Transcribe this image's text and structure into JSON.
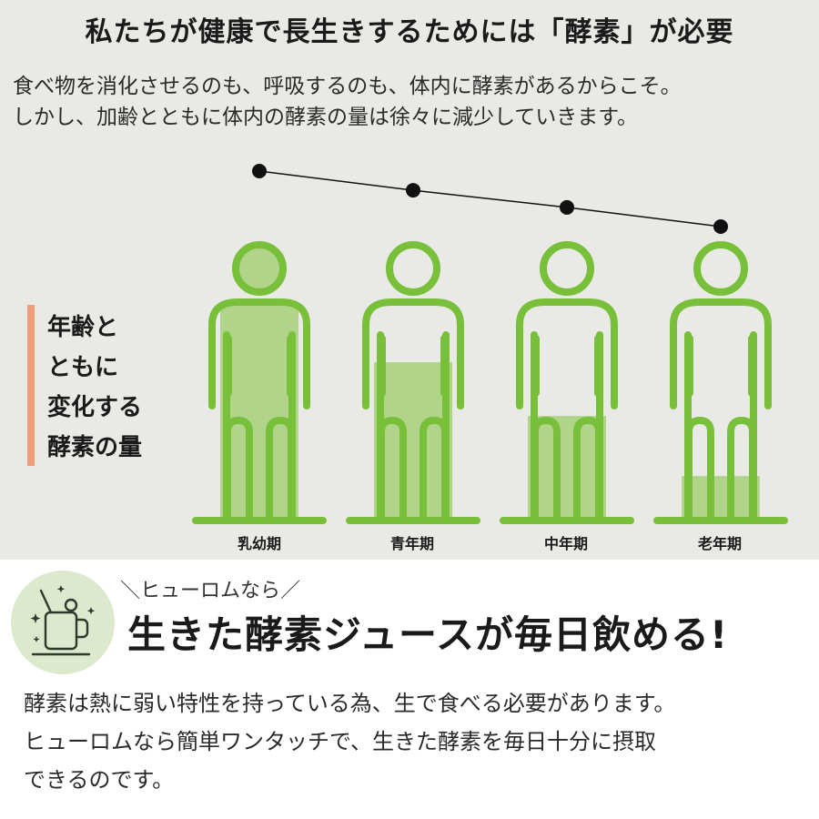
{
  "title": "私たちが健康で長生きするためには「酵素」が必要",
  "intro": {
    "line1": "食べ物を消化させるのも、呼吸するのも、体内に酵素があるからこそ。",
    "line2": "しかし、加齢とともに体内の酵素の量は徐々に減少していきます。"
  },
  "side_label": {
    "line1": "年齢と",
    "line2": "ともに",
    "line3": "変化する",
    "line4": "酵素の量"
  },
  "stages": [
    {
      "label": "乳幼期",
      "enzyme_level": 1.0
    },
    {
      "label": "青年期",
      "enzyme_level": 0.72
    },
    {
      "label": "中年期",
      "enzyme_level": 0.47
    },
    {
      "label": "老年期",
      "enzyme_level": 0.19
    }
  ],
  "colors": {
    "green": "#78bf3a",
    "fill": "#b0d58a",
    "bar": "#ef9e7a",
    "bg": "#e9eae5"
  },
  "callout": "＼ヒューロムなら／",
  "headline": "生きた酵素ジュースが毎日飲める!",
  "body": {
    "line1": "酵素は熱に弱い特性を持っている為、生で食べる必要があります。",
    "line2": "ヒューロムなら簡単ワンタッチで、生きた酵素を毎日十分に摂取",
    "line3": "できるのです。"
  },
  "badge_icon": "juice-glass-icon"
}
